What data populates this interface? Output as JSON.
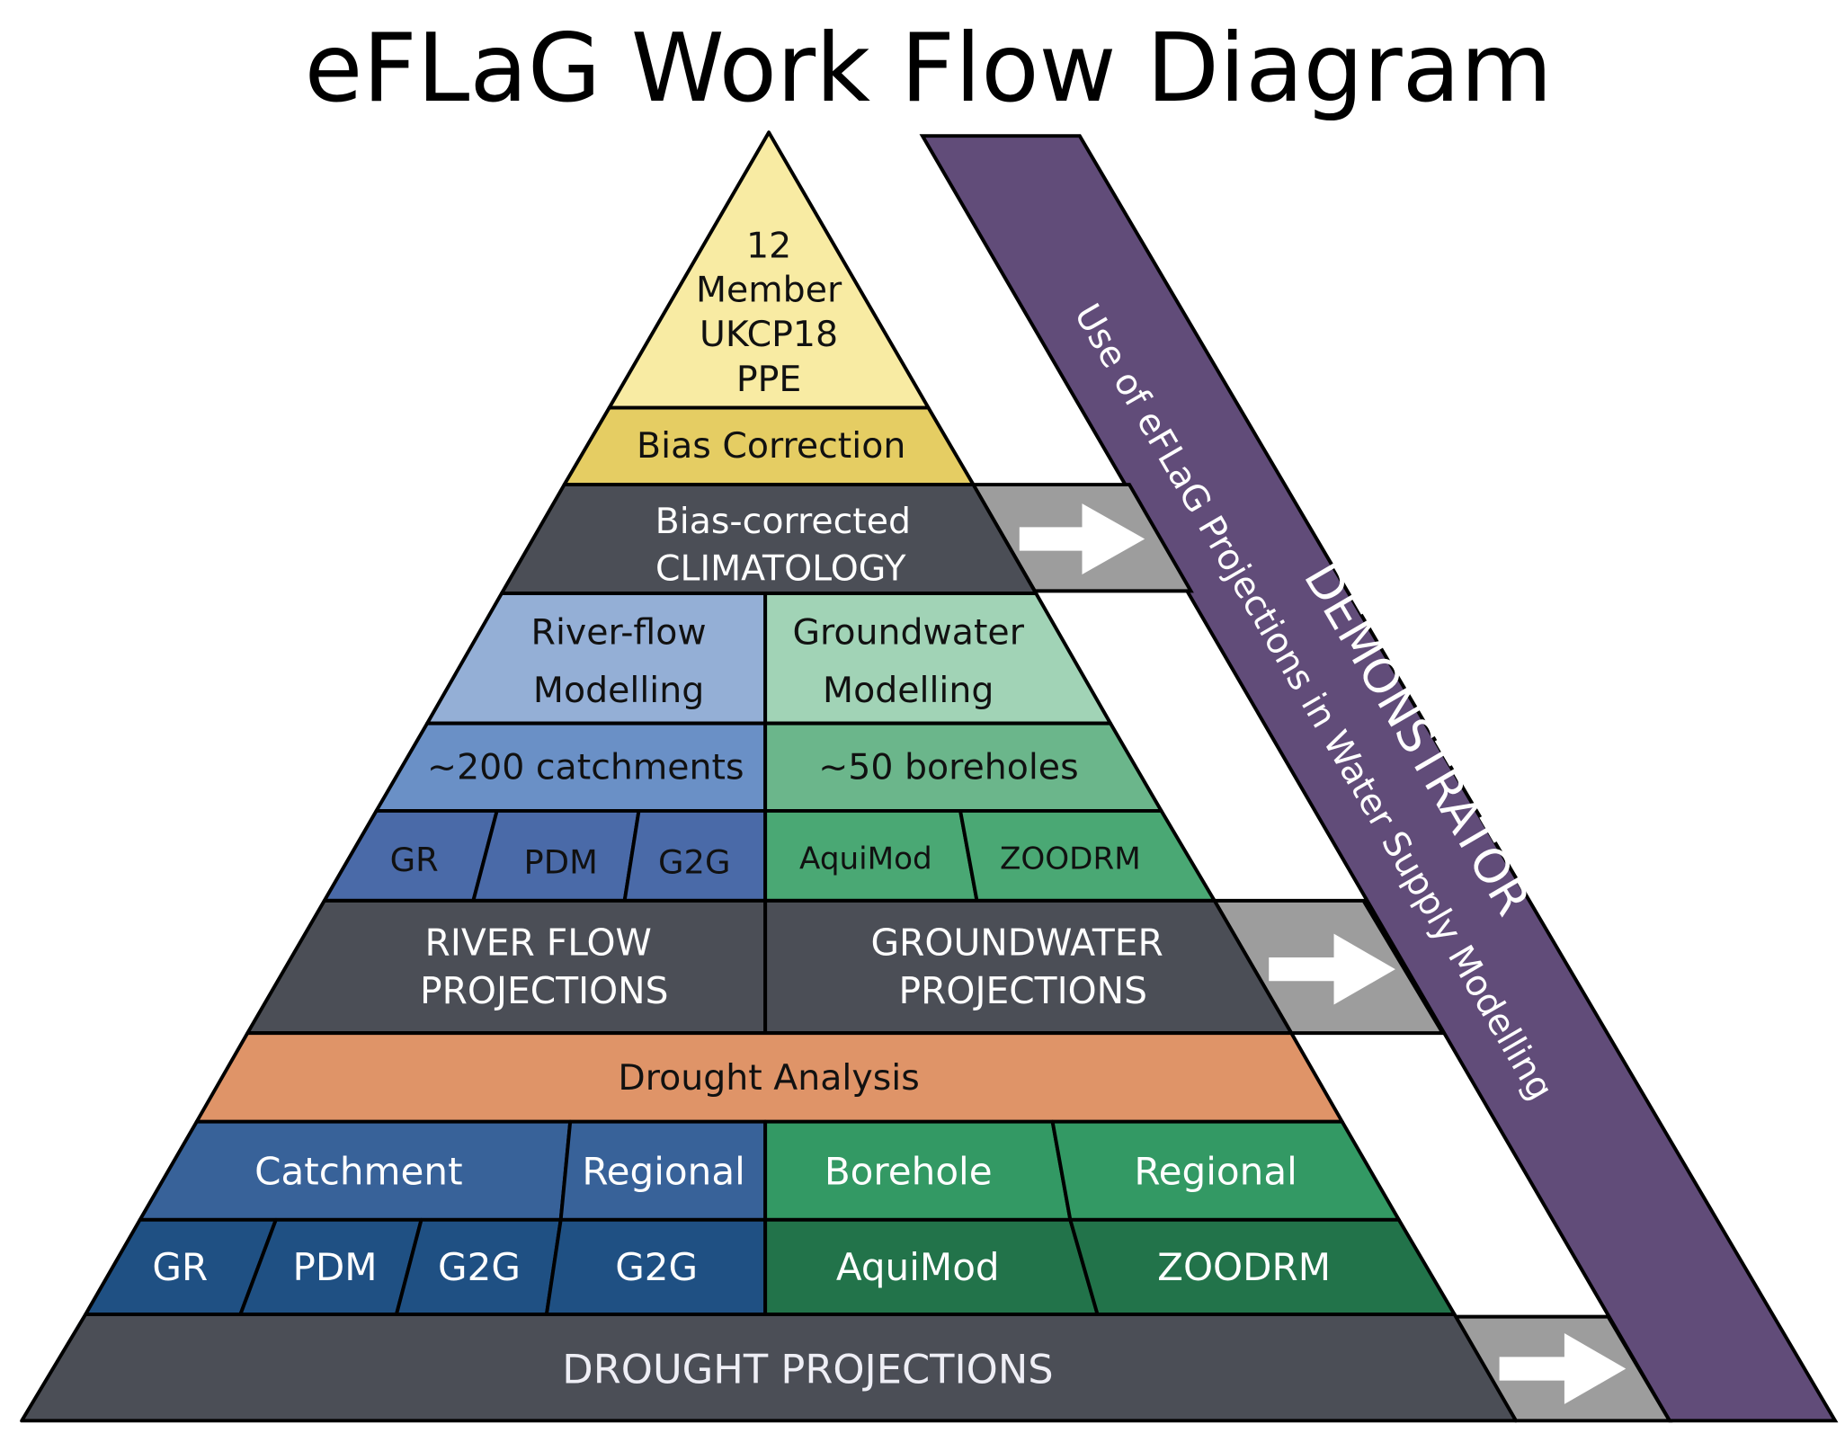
{
  "title": "eFLaG Work Flow Diagram",
  "colors": {
    "stroke": "#000000",
    "ppe": "#f8eba3",
    "bias": "#e5cd63",
    "dark": "#4b4e56",
    "river_light": "#94afd6",
    "gw_light": "#a1d3b6",
    "river_mid": "#6a90c6",
    "gw_mid": "#6bb68b",
    "river_models": "#4a6aa8",
    "gw_models": "#4aa874",
    "orange": "#df9468",
    "river_drought": "#386299",
    "gw_drought": "#339964",
    "river_drought_models": "#1f5083",
    "gw_drought_models": "#22734a",
    "arrow_bg": "#9d9d9d",
    "purple": "#614c79",
    "light_text": "#ffffff",
    "dark_text": "#111111"
  },
  "pyramid": {
    "apex": [
      "12",
      "Member",
      "UKCP18",
      "PPE"
    ],
    "bias_correction": "Bias Correction",
    "climatology": [
      "Bias-corrected",
      "CLIMATOLOGY"
    ],
    "river_modelling": [
      "River-flow",
      "Modelling"
    ],
    "groundwater_modelling": [
      "Groundwater",
      "Modelling"
    ],
    "catchments": "~200 catchments",
    "boreholes": "~50 boreholes",
    "river_models": [
      "GR",
      "PDM",
      "G2G"
    ],
    "gw_models": [
      "AquiMod",
      "ZOODRM"
    ],
    "river_projections": [
      "RIVER FLOW",
      "PROJECTIONS"
    ],
    "gw_projections": [
      "GROUNDWATER",
      "PROJECTIONS"
    ],
    "drought_analysis": "Drought Analysis",
    "drought_river": [
      "Catchment",
      "Regional"
    ],
    "drought_gw": [
      "Borehole",
      "Regional"
    ],
    "drought_river_models": [
      "GR",
      "PDM",
      "G2G",
      "G2G"
    ],
    "drought_gw_models": [
      "AquiMod",
      "ZOODRM"
    ],
    "drought_projections": "DROUGHT PROJECTIONS"
  },
  "demonstrator": {
    "title": "DEMONSTRATOR",
    "subtitle": "Use of eFLaG Projections in Water Supply Modelling"
  },
  "arrows": [
    "arrow-right-icon",
    "arrow-right-icon",
    "arrow-right-icon"
  ]
}
